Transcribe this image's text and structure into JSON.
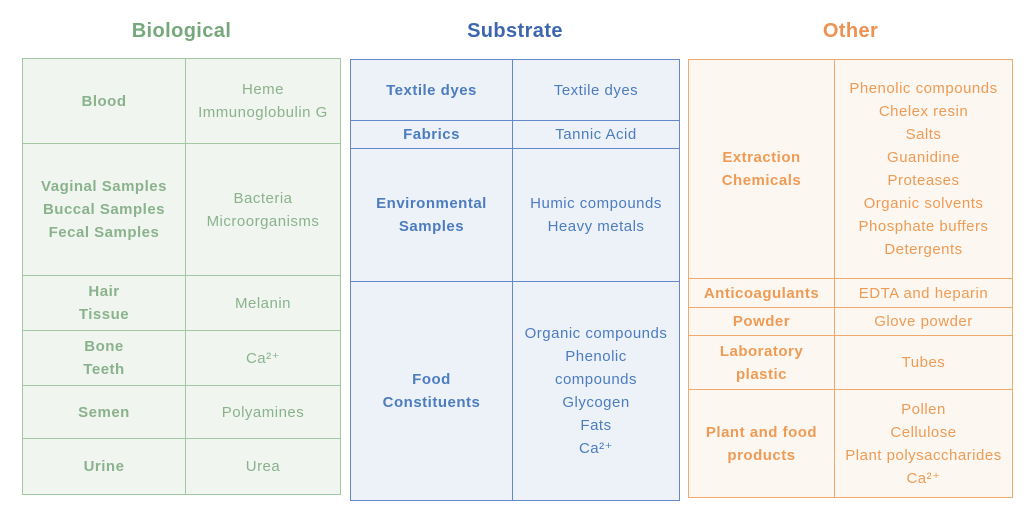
{
  "slide": {
    "background": "#ffffff"
  },
  "tables": [
    {
      "id": "biological",
      "title": "Biological",
      "colors": {
        "title": "#76a87c",
        "text": "#8ab28d",
        "border": "#a2c7a3",
        "bg": "#f0f5ef"
      },
      "rows": [
        {
          "label": "Blood",
          "value": "Heme\nImmunoglobulin G"
        },
        {
          "label": "Vaginal Samples\nBuccal Samples\nFecal Samples",
          "value": "Bacteria\nMicroorganisms"
        },
        {
          "label": "Hair\nTissue",
          "value": "Melanin"
        },
        {
          "label": "Bone\nTeeth",
          "value": "Ca²⁺"
        },
        {
          "label": "Semen",
          "value": "Polyamines"
        },
        {
          "label": "Urine",
          "value": "Urea"
        }
      ]
    },
    {
      "id": "substrate",
      "title": "Substrate",
      "colors": {
        "title": "#3c66ad",
        "text": "#4d7cbf",
        "border": "#6389ca",
        "bg": "#edf2f9"
      },
      "rows": [
        {
          "label": "Textile dyes",
          "value": "Textile dyes"
        },
        {
          "label": "Fabrics",
          "value": "Tannic Acid"
        },
        {
          "label": "Environmental\nSamples",
          "value": "Humic compounds\nHeavy metals"
        },
        {
          "label": "Food\nConstituents",
          "value": "Organic compounds\nPhenolic\ncompounds\nGlycogen\nFats\nCa²⁺"
        }
      ]
    },
    {
      "id": "other",
      "title": "Other",
      "colors": {
        "title": "#ed9250",
        "text": "#ee9b55",
        "border": "#f0aa6e",
        "bg": "#fdf7f1"
      },
      "rows": [
        {
          "label": "Extraction\nChemicals",
          "value": "Phenolic compounds\nChelex resin\nSalts\nGuanidine\nProteases\nOrganic solvents\nPhosphate buffers\nDetergents"
        },
        {
          "label": "Anticoagulants",
          "value": "EDTA and heparin"
        },
        {
          "label": "Powder",
          "value": "Glove powder"
        },
        {
          "label": "Laboratory\nplastic",
          "value": "Tubes"
        },
        {
          "label": "Plant and food\nproducts",
          "value": "Pollen\nCellulose\nPlant polysaccharides\nCa²⁺"
        }
      ]
    }
  ]
}
